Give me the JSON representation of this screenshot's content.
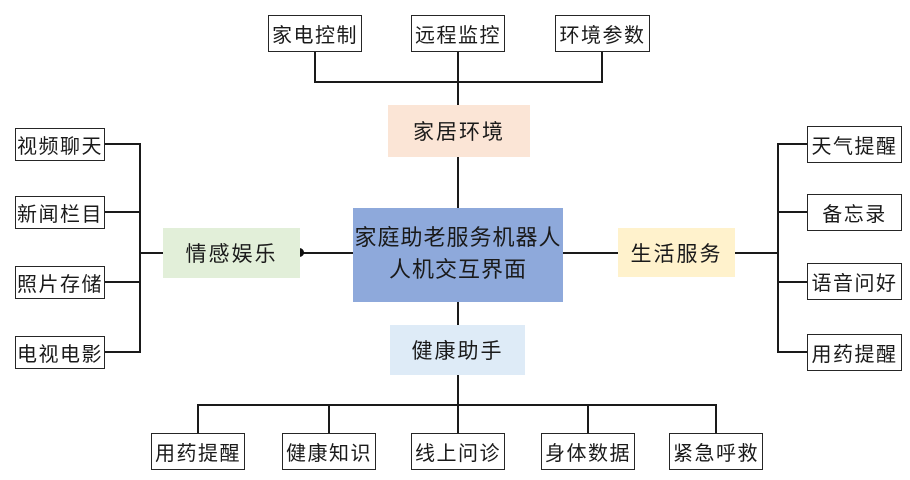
{
  "diagram": {
    "center": {
      "line1": "家庭助老服务机器人",
      "line2": "人机交互界面",
      "bg": "#8EA9DB"
    },
    "top": {
      "category": "家居环境",
      "bg": "#FBE5D6",
      "items": [
        "家电控制",
        "远程监控",
        "环境参数"
      ]
    },
    "left": {
      "category": "情感娱乐",
      "bg": "#E2EFD9",
      "items": [
        "视频聊天",
        "新闻栏目",
        "照片存储",
        "电视电影"
      ]
    },
    "right": {
      "category": "生活服务",
      "bg": "#FFF2CC",
      "items": [
        "天气提醒",
        "备忘录",
        "语音问好",
        "用药提醒"
      ]
    },
    "bottom": {
      "category": "健康助手",
      "bg": "#DEEBF7",
      "items": [
        "用药提醒",
        "健康知识",
        "线上问诊",
        "身体数据",
        "紧急呼救"
      ]
    }
  },
  "colors": {
    "connector_line": "#1a1a1a",
    "item_border": "#262626",
    "background": "#ffffff"
  }
}
